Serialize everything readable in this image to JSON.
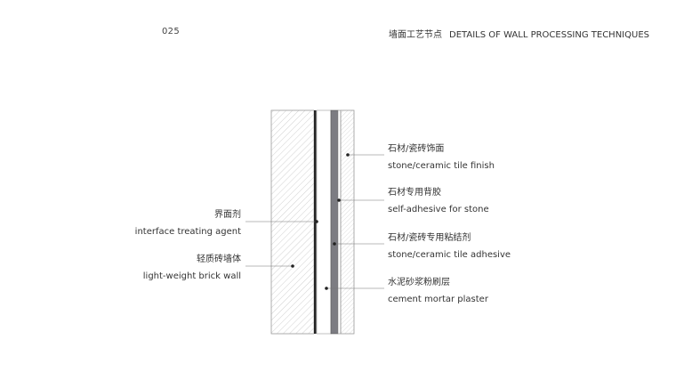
{
  "header": {
    "page_number": "025",
    "title_cn": "墙面工艺节点",
    "title_en": "DETAILS OF WALL PROCESSING TECHNIQUES"
  },
  "labels": {
    "stone_finish": {
      "cn": "石材/瓷砖饰面",
      "en": "stone/ceramic tile finish"
    },
    "self_adhesive": {
      "cn": "石材专用背胶",
      "en": "self-adhesive for stone"
    },
    "tile_adhesive": {
      "cn": "石材/瓷砖专用粘结剂",
      "en": "stone/ceramic tile adhesive"
    },
    "mortar": {
      "cn": "水泥砂浆粉刷层",
      "en": "cement mortar plaster"
    },
    "interface_agent": {
      "cn": "界面剂",
      "en": "interface treating agent"
    },
    "brick_wall": {
      "cn": "轻质砖墙体",
      "en": "light-weight brick wall"
    }
  },
  "colors": {
    "adhesive_fill": "#7a7a80",
    "hatch": "#b8b8b8",
    "line": "#555555"
  }
}
